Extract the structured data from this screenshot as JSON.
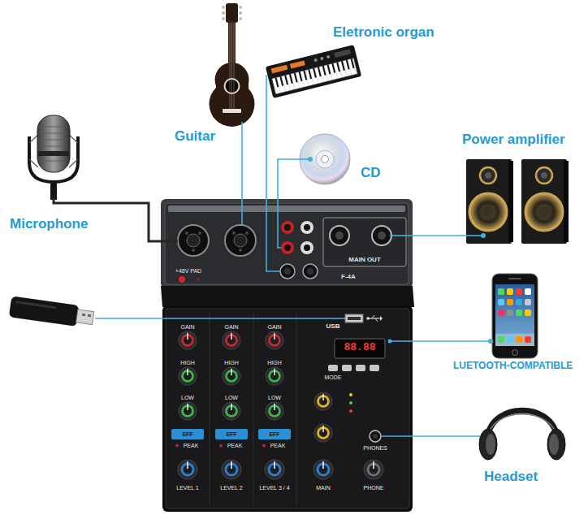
{
  "diagram": {
    "nodes": [
      {
        "text": [
          "Eletronic organ"
        ]
      },
      {
        "text": [
          "Guitar"
        ]
      },
      {
        "text": [
          "Power amplifier"
        ]
      },
      {
        "text": [
          "CD"
        ]
      },
      {
        "text": [
          "Microphone"
        ]
      },
      {
        "text": [
          "F-4A"
        ]
      },
      {
        "text": [
          "LUETOOTH-COMPATIBLE"
        ]
      },
      {
        "text": [
          "Headset"
        ]
      }
    ],
    "edges": [
      {
        "from": 4,
        "to": 5,
        "arrow": "none"
      },
      {
        "from": 1,
        "to": 5,
        "arrow": "none"
      },
      {
        "from": 0,
        "to": 5,
        "arrow": "none"
      },
      {
        "from": 3,
        "to": 5,
        "arrow": "none"
      },
      {
        "from": 5,
        "to": 2,
        "arrow": "none"
      },
      {
        "from": 5,
        "to": 6,
        "arrow": "none"
      },
      {
        "from": 5,
        "to": 7,
        "arrow": "none"
      }
    ],
    "labels": [
      "+48V PAD",
      "MAIN OUT",
      "GAIN",
      "GAIN",
      "GAIN",
      "USB",
      "88.88",
      "HIGH",
      "HIGH",
      "HIGH",
      "MODE",
      "LOW",
      "LOW",
      "LOW",
      "EFF",
      "EFF",
      "EFF",
      "PEAK",
      "PEAK",
      "PEAK",
      "PHONES",
      "LEVEL 1",
      "LEVEL 2",
      "LEVEL 3 / 4",
      "MAIN",
      "PHONE"
    ]
  }
}
